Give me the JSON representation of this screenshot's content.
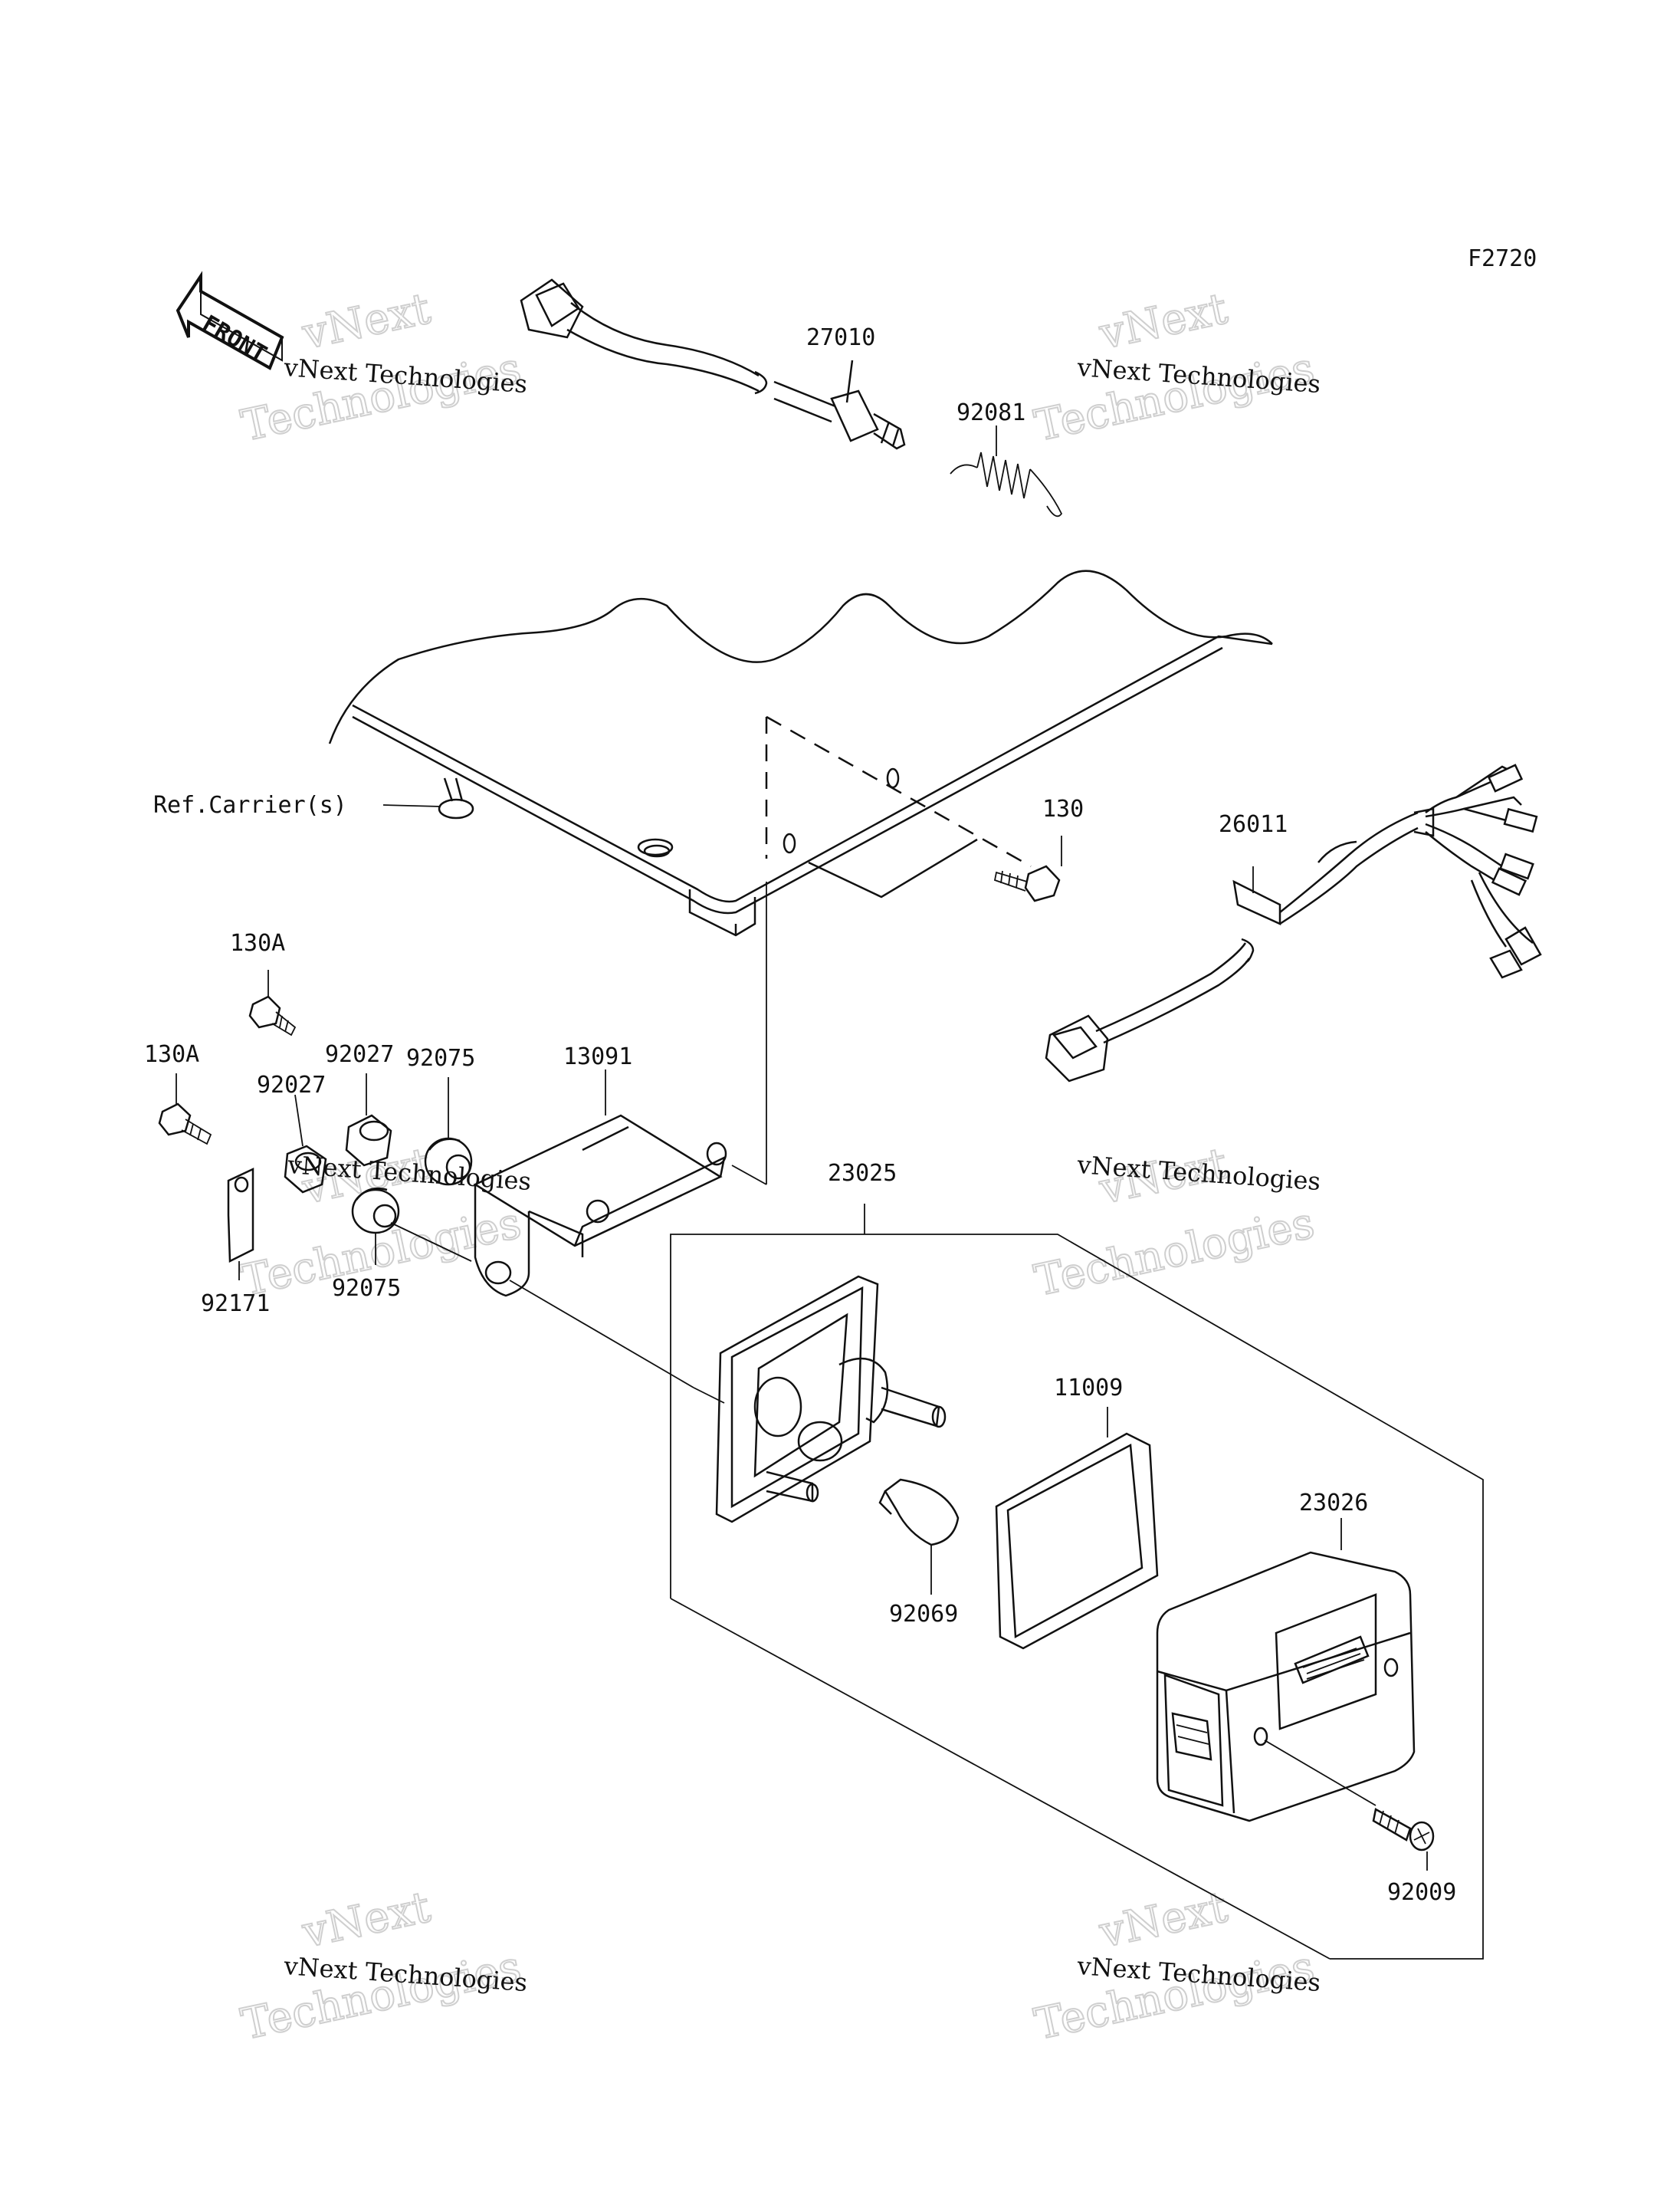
{
  "figure_code": "F2720",
  "front_arrow": "FRONT",
  "reference_label": "Ref.Carrier(s)",
  "parts": {
    "p27010": "27010",
    "p92081": "92081",
    "p130": "130",
    "p26011": "26011",
    "p130A_1": "130A",
    "p130A_2": "130A",
    "p92027_1": "92027",
    "p92027_2": "92027",
    "p92075_1": "92075",
    "p92075_2": "92075",
    "p13091": "13091",
    "p92171": "92171",
    "p23025": "23025",
    "p11009": "11009",
    "p23026": "23026",
    "p92069": "92069",
    "p92009": "92009"
  },
  "watermark": {
    "line1": "vNext",
    "line2": "Technologies",
    "caption": "vNext Technologies"
  }
}
